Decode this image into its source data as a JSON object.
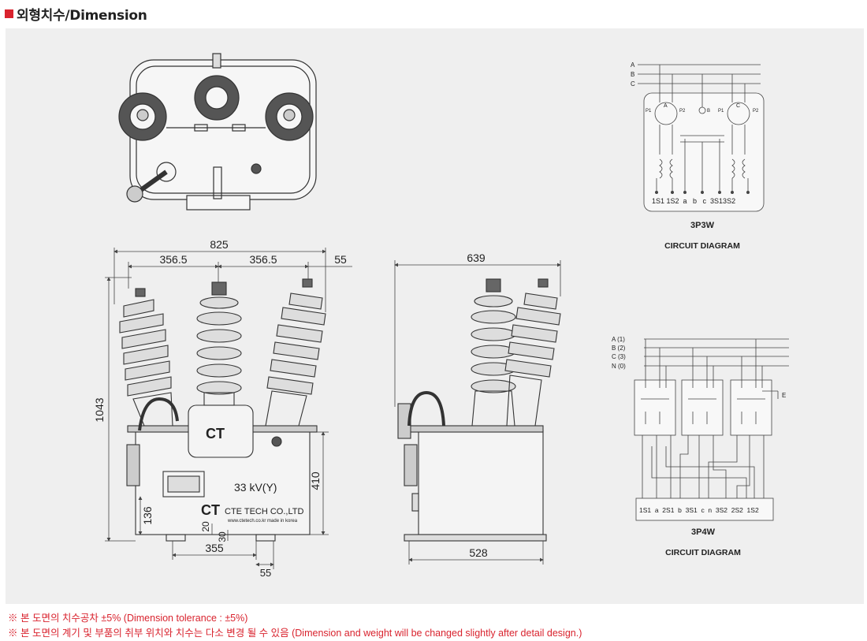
{
  "header": {
    "title": "외형치수/Dimension",
    "marker_color": "#d9232e"
  },
  "dimensions_front": {
    "width_total": "825",
    "spacing_left": "356.5",
    "spacing_right": "356.5",
    "offset_right": "55",
    "height_total": "1043",
    "tank_height": "410",
    "label_height": "136",
    "foot_gap": "20",
    "foot_height": "30",
    "base_width": "355",
    "foot_width": "55"
  },
  "dimensions_side": {
    "depth_top": "639",
    "depth_base": "528"
  },
  "nameplate": {
    "voltage": "33 kV(Y)",
    "company": "CTE TECH CO.,LTD",
    "website": "www.ctetech.co.kr  made in korea",
    "logo": "CT"
  },
  "diagram_3p3w": {
    "lines": [
      "A",
      "B",
      "C"
    ],
    "coils": [
      "A",
      "C"
    ],
    "primary_terms": [
      "P1",
      "P2",
      "P1",
      "P2"
    ],
    "center_label": "B",
    "terminals": "1S1 1S2  a   b   c  3S13S2",
    "name": "3P3W",
    "caption": "CIRCUIT DIAGRAM"
  },
  "diagram_3p4w": {
    "lines": [
      "A (1)",
      "B (2)",
      "C (3)",
      "N (0)"
    ],
    "earth": "E",
    "terminals": "1S1  a  2S1  b  3S1  c  n  3S2  2S2  1S2",
    "name": "3P4W",
    "caption": "CIRCUIT DIAGRAM"
  },
  "notes": [
    "※ 본 도면의 치수공차 ±5% (Dimension tolerance : ±5%)",
    "※ 본 도면의 계기 및 부품의 취부 위치와 치수는 다소 변경 될 수 있음 (Dimension and weight will be changed slightly after detail design.)"
  ],
  "colors": {
    "panel": "#efefef",
    "line": "#444444",
    "note_text": "#d9232e"
  }
}
